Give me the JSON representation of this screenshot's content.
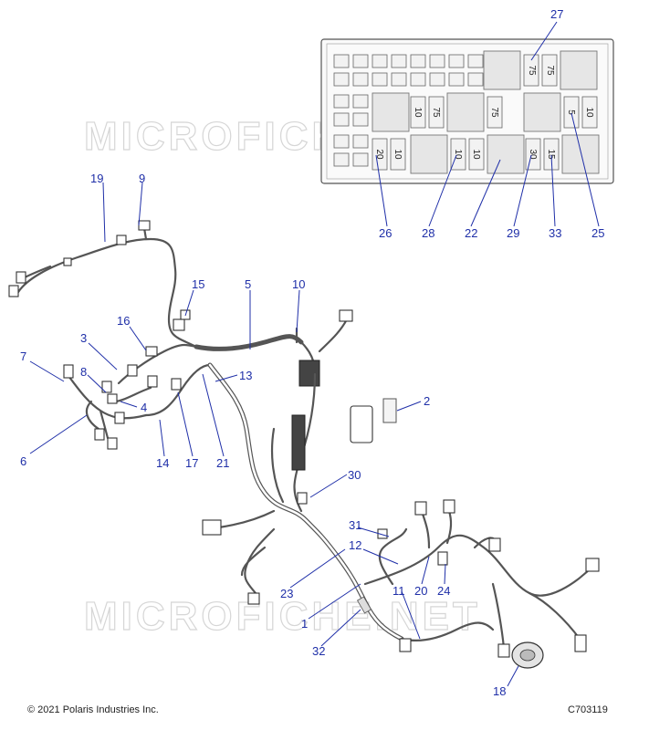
{
  "watermark": "MICROFICHE.NET",
  "footer": {
    "copyright": "© 2021 Polaris Industries Inc.",
    "diagram_code": "C703119"
  },
  "fuse_box": {
    "fuse_labels": [
      "75",
      "75",
      "10",
      "75",
      "75",
      "5",
      "10",
      "20",
      "10",
      "10",
      "10",
      "30",
      "15"
    ]
  },
  "callouts": [
    {
      "id": "c27",
      "text": "27"
    },
    {
      "id": "c26",
      "text": "26"
    },
    {
      "id": "c28",
      "text": "28"
    },
    {
      "id": "c22",
      "text": "22"
    },
    {
      "id": "c29",
      "text": "29"
    },
    {
      "id": "c33",
      "text": "33"
    },
    {
      "id": "c25",
      "text": "25"
    },
    {
      "id": "c19",
      "text": "19"
    },
    {
      "id": "c9",
      "text": "9"
    },
    {
      "id": "c15",
      "text": "15"
    },
    {
      "id": "c5",
      "text": "5"
    },
    {
      "id": "c10",
      "text": "10"
    },
    {
      "id": "c16",
      "text": "16"
    },
    {
      "id": "c3",
      "text": "3"
    },
    {
      "id": "c7",
      "text": "7"
    },
    {
      "id": "c8",
      "text": "8"
    },
    {
      "id": "c4",
      "text": "4"
    },
    {
      "id": "c13",
      "text": "13"
    },
    {
      "id": "c2",
      "text": "2"
    },
    {
      "id": "c6",
      "text": "6"
    },
    {
      "id": "c14",
      "text": "14"
    },
    {
      "id": "c17",
      "text": "17"
    },
    {
      "id": "c21",
      "text": "21"
    },
    {
      "id": "c30",
      "text": "30"
    },
    {
      "id": "c31",
      "text": "31"
    },
    {
      "id": "c12",
      "text": "12"
    },
    {
      "id": "c20",
      "text": "20"
    },
    {
      "id": "c24",
      "text": "24"
    },
    {
      "id": "c23",
      "text": "23"
    },
    {
      "id": "c11",
      "text": "11"
    },
    {
      "id": "c1",
      "text": "1"
    },
    {
      "id": "c32",
      "text": "32"
    },
    {
      "id": "c18",
      "text": "18"
    }
  ]
}
